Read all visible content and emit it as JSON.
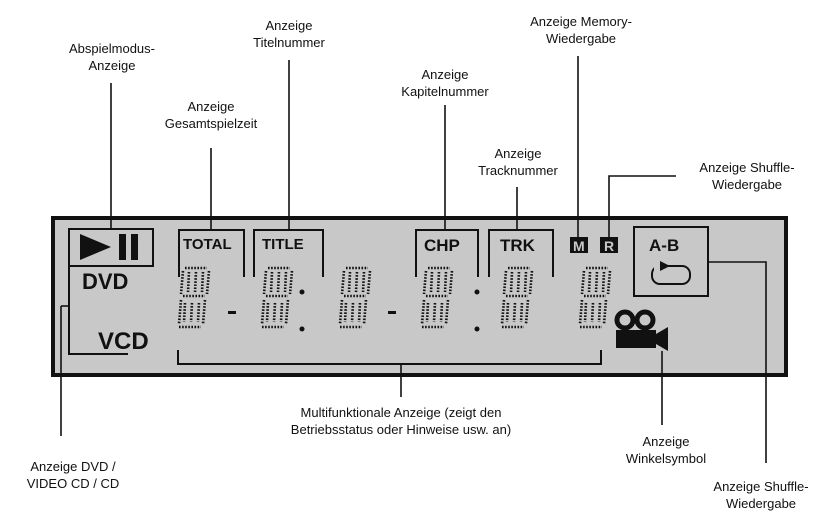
{
  "display": {
    "tags": {
      "total": "TOTAL",
      "title": "TITLE",
      "chp": "CHP",
      "trk": "TRK",
      "memory": "M",
      "repeat": "R",
      "ab": "A-B"
    },
    "disc": {
      "dvd": "DVD",
      "vcd": "VCD"
    }
  },
  "labels": {
    "play_mode": "Abspielmodus-\nAnzeige",
    "total_time": "Anzeige\nGesamtspielzeit",
    "title_number": "Anzeige\nTitelnummer",
    "chapter_number": "Anzeige\nKapitelnummer",
    "memory": "Anzeige Memory-\nWiedergabe",
    "track_number": "Anzeige\nTracknummer",
    "shuffle_top": "Anzeige Shuffle-\nWiedergabe",
    "multifunction": "Multifunktionale Anzeige (zeigt den\nBetriebsstatus oder Hinweise usw. an)",
    "disc_type": "Anzeige DVD /\nVIDEO CD / CD",
    "angle": "Anzeige\nWinkelsymbol",
    "shuffle_bottom": "Anzeige Shuffle-\nWiedergabe"
  },
  "colors": {
    "panel": "#c8c8c8",
    "ink": "#111111"
  }
}
